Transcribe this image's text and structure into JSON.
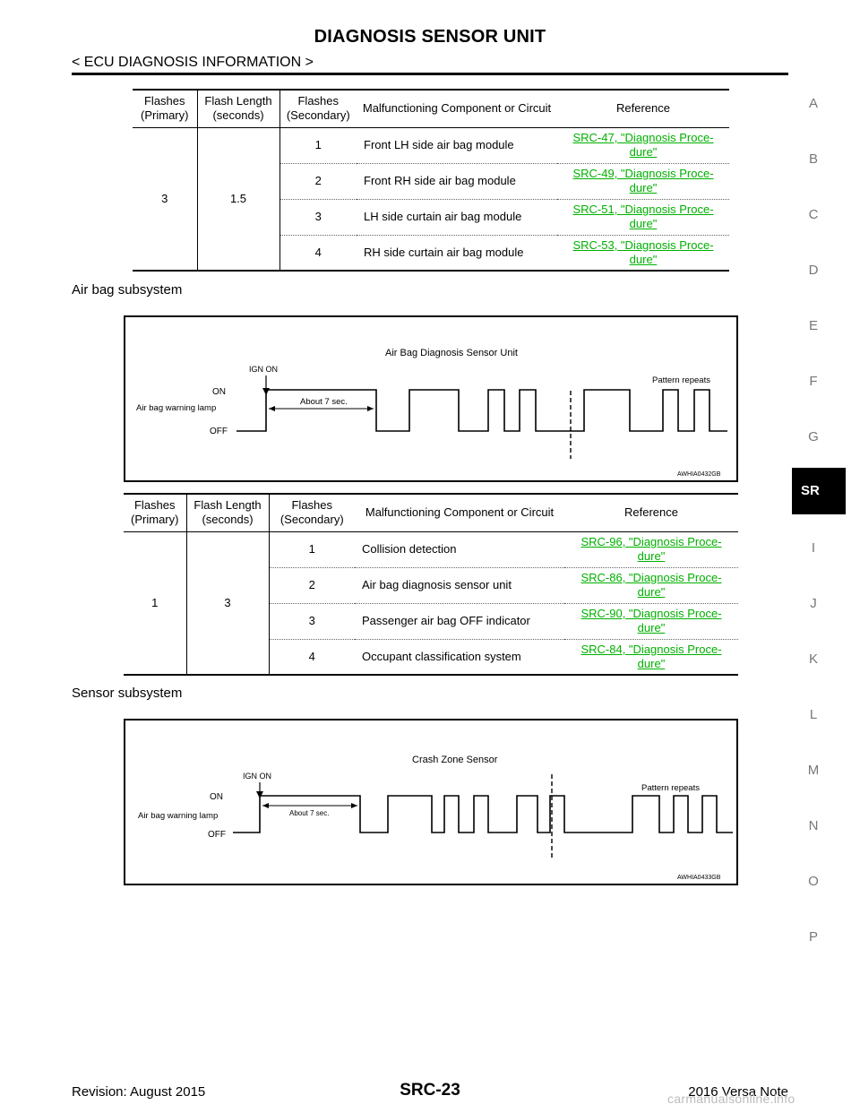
{
  "header": {
    "title": "DIAGNOSIS SENSOR UNIT",
    "section": "< ECU DIAGNOSIS INFORMATION >"
  },
  "side_index": {
    "letters": [
      "A",
      "B",
      "C",
      "D",
      "E",
      "F",
      "G",
      "I",
      "J",
      "K",
      "L",
      "M",
      "N",
      "O",
      "P"
    ],
    "active_tab": "SR"
  },
  "table1": {
    "headers": [
      "Flashes\n(Primary)",
      "Flash Length\n(seconds)",
      "Flashes\n(Secondary)",
      "Malfunctioning Component or Circuit",
      "Reference"
    ],
    "primary": "3",
    "length": "1.5",
    "rows": [
      {
        "secondary": "1",
        "component": "Front LH side air bag module",
        "ref_line1": "SRC-47, \"Diagnosis Proce-",
        "ref_line2": "dure\""
      },
      {
        "secondary": "2",
        "component": "Front RH side air bag module",
        "ref_line1": "SRC-49, \"Diagnosis Proce-",
        "ref_line2": "dure\""
      },
      {
        "secondary": "3",
        "component": "LH side curtain air bag module",
        "ref_line1": "SRC-51, \"Diagnosis Proce-",
        "ref_line2": "dure\""
      },
      {
        "secondary": "4",
        "component": "RH side curtain air bag module",
        "ref_line1": "SRC-53, \"Diagnosis Proce-",
        "ref_line2": "dure\""
      }
    ]
  },
  "subsystem1": {
    "heading": "Air bag subsystem",
    "diagram": {
      "title": "Air Bag Diagnosis Sensor Unit",
      "ign_label": "IGN ON",
      "on_label": "ON",
      "off_label": "OFF",
      "lamp_label": "Air bag warning lamp",
      "duration_label": "About 7 sec.",
      "repeat_label": "Pattern repeats",
      "code": "AWHIA0432GB"
    }
  },
  "table2": {
    "headers": [
      "Flashes\n(Primary)",
      "Flash Length\n(seconds)",
      "Flashes\n(Secondary)",
      "Malfunctioning Component or Circuit",
      "Reference"
    ],
    "primary": "1",
    "length": "3",
    "rows": [
      {
        "secondary": "1",
        "component": "Collision detection",
        "ref_line1": "SRC-96, \"Diagnosis Proce-",
        "ref_line2": "dure\""
      },
      {
        "secondary": "2",
        "component": "Air bag diagnosis sensor unit",
        "ref_line1": "SRC-86, \"Diagnosis Proce-",
        "ref_line2": "dure\""
      },
      {
        "secondary": "3",
        "component": "Passenger air bag OFF indicator",
        "ref_line1": "SRC-90, \"Diagnosis Proce-",
        "ref_line2": "dure\""
      },
      {
        "secondary": "4",
        "component": "Occupant classification system",
        "ref_line1": "SRC-84, \"Diagnosis Proce-",
        "ref_line2": "dure\""
      }
    ]
  },
  "subsystem2": {
    "heading": "Sensor subsystem",
    "diagram": {
      "title": "Crash Zone Sensor",
      "ign_label": "IGN ON",
      "on_label": "ON",
      "off_label": "OFF",
      "lamp_label": "Air bag warning lamp",
      "duration_label": "About 7 sec.",
      "repeat_label": "Pattern repeats",
      "code": "AWHIA0433GB"
    }
  },
  "footer": {
    "revision": "Revision: August 2015",
    "page": "SRC-23",
    "model": "2016 Versa Note",
    "watermark": "carmanualsonline.info"
  }
}
